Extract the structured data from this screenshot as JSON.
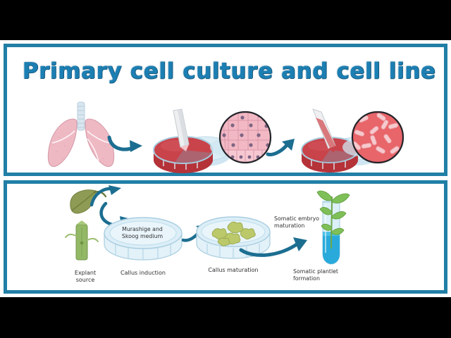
{
  "slide": {
    "title": "Primary cell culture and cell line",
    "title_color": "#1C7FB3",
    "frame_color": "#217FA6",
    "background_color": "#FFFFFF",
    "letterbox_color": "#000000"
  },
  "panel_top": {
    "name": "primary-cell-culture-diagram",
    "steps": [
      {
        "id": "tissue-source",
        "icon": "lungs-illustration",
        "color": "#EFB9C4"
      },
      {
        "id": "arrow-1",
        "icon": "curved-arrow-icon",
        "color": "#1C6E91"
      },
      {
        "id": "primary-culture-dish",
        "icon": "petri-dish-scalpel",
        "medium_color": "#C9434B"
      },
      {
        "id": "magnified-tissue",
        "icon": "magnifier-circle",
        "fill": "#F2B8C4"
      },
      {
        "id": "arrow-2",
        "icon": "curved-arrow-icon",
        "color": "#1C6E91"
      },
      {
        "id": "subculture-dish",
        "icon": "petri-dish-pipette",
        "medium_color": "#C9434B"
      },
      {
        "id": "magnified-cell-line",
        "icon": "magnifier-circle",
        "fill": "#E8656A"
      }
    ]
  },
  "panel_bottom": {
    "name": "plant-tissue-culture-diagram",
    "labels": {
      "explant_source": "Explant\nsource",
      "medium": "Murashige and\nSkoog medium",
      "callus_induction": "Callus induction",
      "callus_maturation": "Callus maturation",
      "somatic_embryo": "Somatic embryo\nmaturation",
      "somatic_plantlet": "Somatic plantlet\nformation"
    },
    "colors": {
      "leaf": "#8E9B54",
      "stem": "#93B866",
      "callus": "#BCC96A",
      "dish_medium": "#CFE6F2",
      "tube_liquid": "#29AADB",
      "arrow": "#1C6E91"
    }
  }
}
